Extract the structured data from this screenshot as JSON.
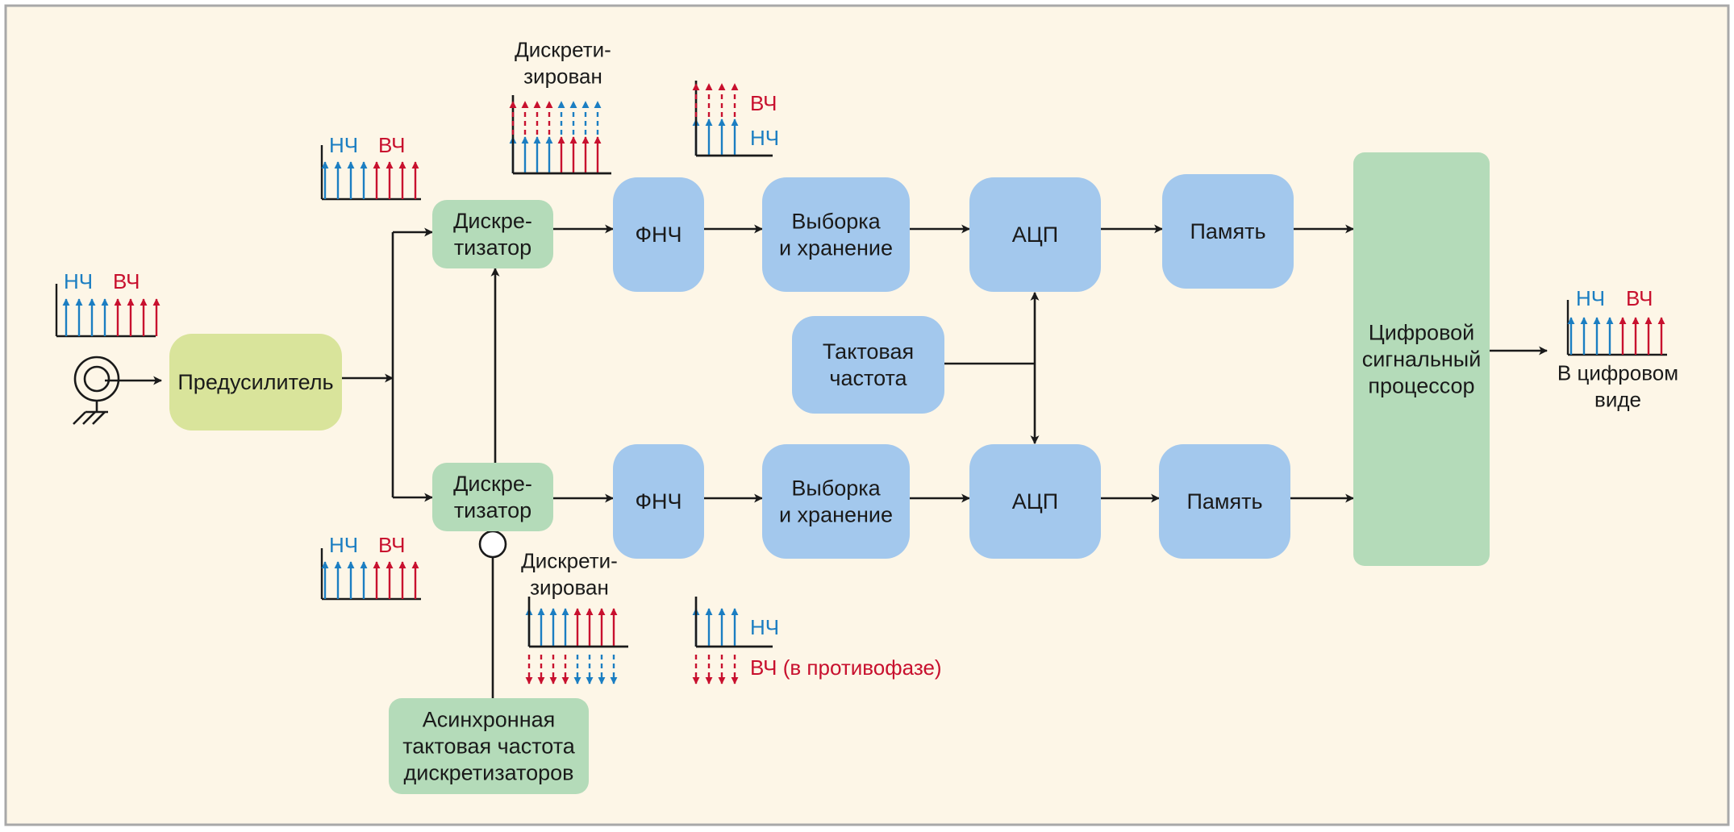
{
  "colors": {
    "background": "#fdf6e7",
    "border": "#a8a8a8",
    "blue_block": "#a3c8ed",
    "green_block": "#b4dbb9",
    "yellow_block": "#d9e49b",
    "lf": "#1b7ec2",
    "hf": "#c8102e",
    "line": "#1a1a1a"
  },
  "blocks": {
    "preamp": [
      "Предусилитель"
    ],
    "sampler_top": [
      "Дискре-",
      "тизатор"
    ],
    "sampler_bottom": [
      "Дискре-",
      "тизатор"
    ],
    "lpf_top": [
      "ФНЧ"
    ],
    "lpf_bottom": [
      "ФНЧ"
    ],
    "sh_top": [
      "Выборка",
      "и хранение"
    ],
    "sh_bottom": [
      "Выборка",
      "и хранение"
    ],
    "adc_top": [
      "АЦП"
    ],
    "adc_bottom": [
      "АЦП"
    ],
    "mem_top": [
      "Память"
    ],
    "mem_bottom": [
      "Память"
    ],
    "clock": [
      "Тактовая",
      "частота"
    ],
    "dsp": [
      "Цифровой",
      "сигнальный",
      "процессор"
    ],
    "async_clock": [
      "Асинхронная",
      "тактовая частота",
      "дискретизаторов"
    ]
  },
  "labels": {
    "lf": "НЧ",
    "hf": "ВЧ",
    "hf_antiphase": "ВЧ (в противофазе)",
    "sampled_top": [
      "Дискрети-",
      "зирован"
    ],
    "sampled_bottom": [
      "Дискрети-",
      "зирован"
    ],
    "digital_output": [
      "В цифровом",
      "виде"
    ]
  }
}
